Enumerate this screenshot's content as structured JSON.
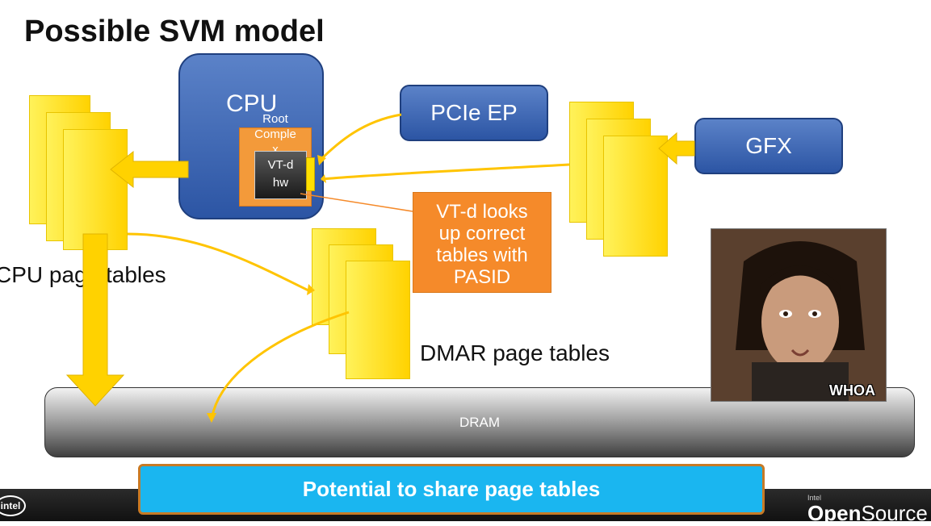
{
  "slide": {
    "title": "Possible SVM model",
    "cpu_label": "CPU",
    "root_complex_label": "Root\nComple\nx",
    "vtd_label": "VT-d\nhw",
    "pcie_label": "PCIe EP",
    "gfx_label": "GFX",
    "callout_text": "VT-d looks\nup correct\ntables with\nPASID",
    "cpu_page_tables_label": "CPU page tables",
    "dmar_page_tables_label": "DMAR page tables",
    "dram_label": "DRAM",
    "photo_caption": "WHOA",
    "banner_text": "Potential to share page tables"
  },
  "footer": {
    "intel_logo": "intel",
    "opensource_small": "Intel",
    "opensource_bold": "Open",
    "opensource_rest": "Source"
  },
  "colors": {
    "blue_box": "#2c55a4",
    "orange": "#f58a2a",
    "yellow_page": "#ffe000",
    "banner": "#1ab6f0",
    "arrow": "#ffc400"
  }
}
